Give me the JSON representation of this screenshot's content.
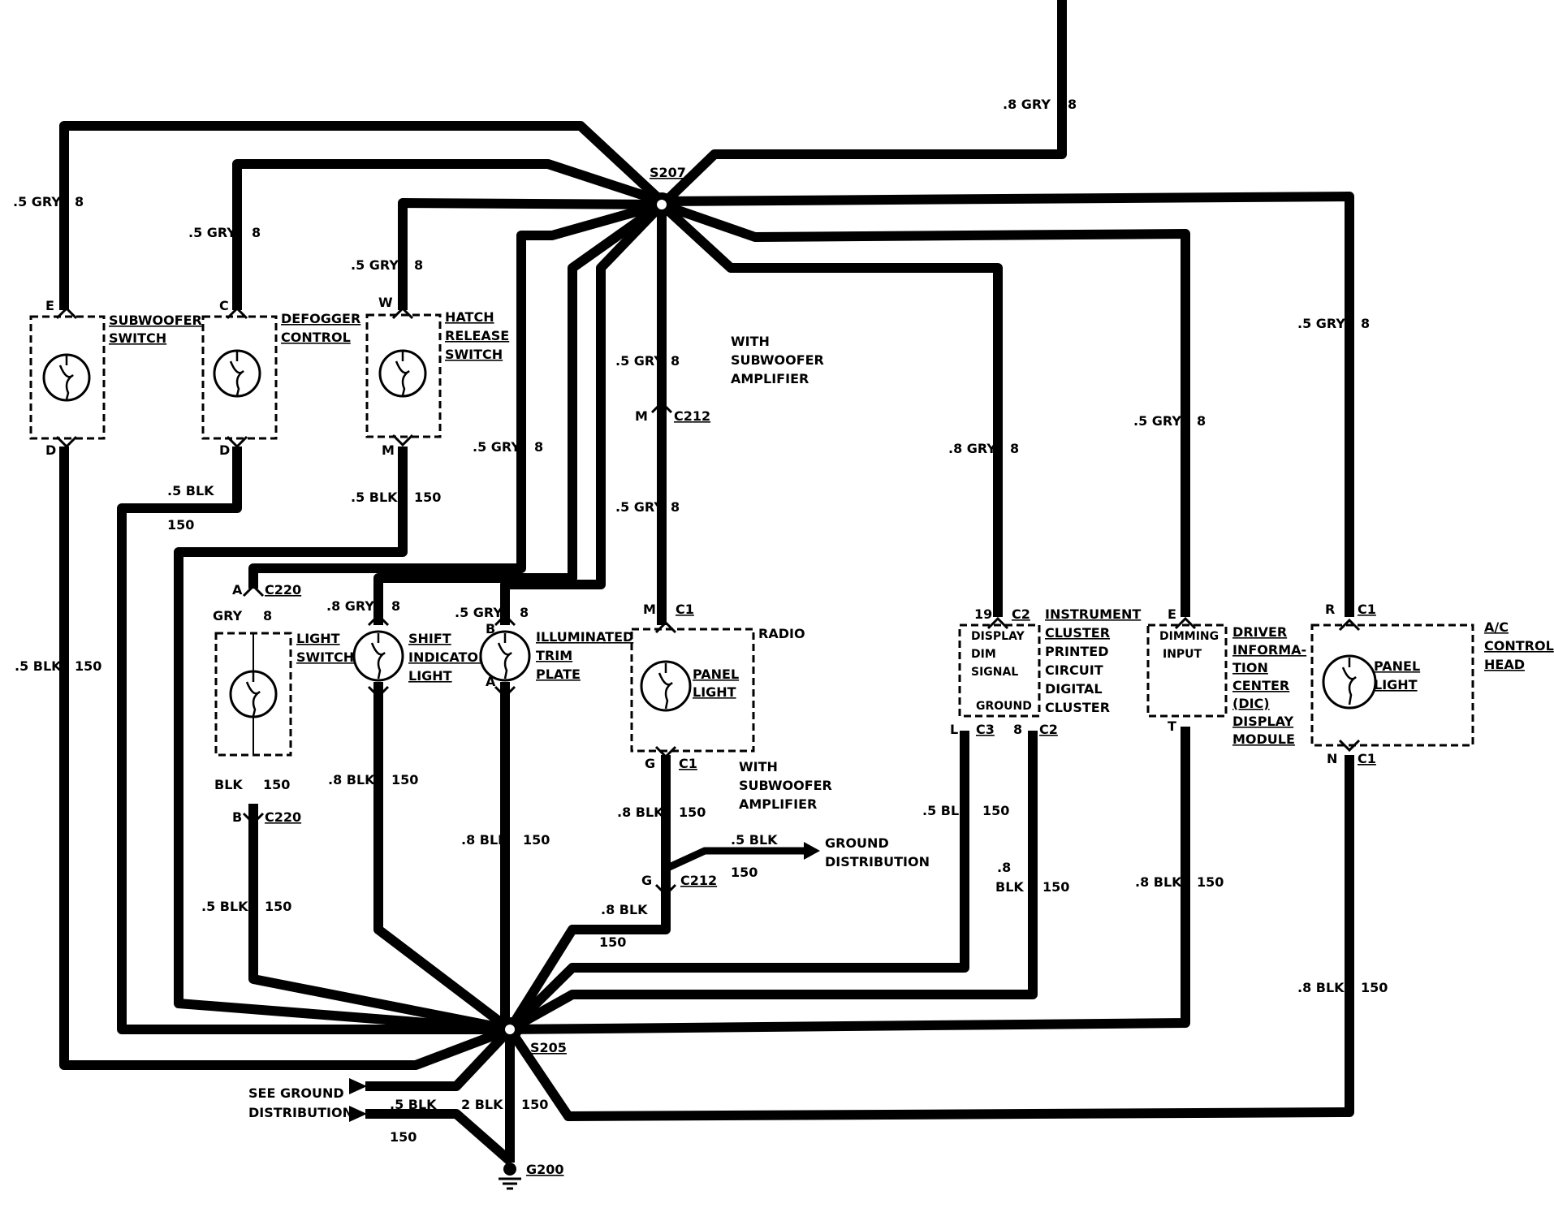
{
  "splices": {
    "s207": "S207",
    "s205": "S205"
  },
  "ground": "G200",
  "top_wire": {
    "gauge": ".8 GRY",
    "circuit": "8"
  },
  "wire_labels": {
    "subwoofer_top": {
      "gauge": ".5 GRY",
      "circuit": "8"
    },
    "defogger_top": {
      "gauge": ".5 GRY",
      "circuit": "8"
    },
    "hatch_top": {
      "gauge": ".5 GRY",
      "circuit": "8"
    },
    "radio_top": {
      "gauge": ".5 GRY",
      "circuit": "8"
    },
    "radio_mid": {
      "gauge": ".5 GRY",
      "circuit": "8"
    },
    "light_switch_top": {
      "gauge": ".5 GRY",
      "circuit": "8"
    },
    "instrument_top": {
      "gauge": ".8 GRY",
      "circuit": "8"
    },
    "dic_top": {
      "gauge": ".5 GRY",
      "circuit": "8"
    },
    "ac_top": {
      "gauge": ".5 GRY",
      "circuit": "8"
    },
    "gry_c220": {
      "gauge": "GRY",
      "circuit": "8"
    },
    "shift_top": {
      "gauge": ".8 GRY",
      "circuit": "8"
    },
    "trim_top": {
      "gauge": ".5 GRY",
      "circuit": "8"
    },
    "subwoofer_bot": {
      "gauge": ".5 BLK",
      "circuit": "150"
    },
    "defogger_bot": {
      "gauge": ".5 BLK",
      "circuit": "150"
    },
    "hatch_bot": {
      "gauge": ".5 BLK",
      "circuit": "150"
    },
    "light_switch_blk": {
      "gauge": "BLK",
      "circuit": "150"
    },
    "light_switch_bot": {
      "gauge": ".5 BLK",
      "circuit": "150"
    },
    "shift_bot": {
      "gauge": ".8 BLK",
      "circuit": "150"
    },
    "trim_bot": {
      "gauge": ".8 BLK",
      "circuit": "150"
    },
    "radio_bot": {
      "gauge": ".8 BLK",
      "circuit": "150"
    },
    "radio_gnd_branch": {
      "gauge": ".5 BLK",
      "circuit": "150"
    },
    "radio_bot2": {
      "gauge": ".8 BLK",
      "circuit": "150"
    },
    "instrument_bot_l": {
      "gauge": ".5 BLK",
      "circuit": "150"
    },
    "instrument_bot_8": {
      "gauge_a": ".8",
      "gauge_b": "BLK",
      "circuit": "150"
    },
    "dic_bot": {
      "gauge": ".8 BLK",
      "circuit": "150"
    },
    "ac_bot": {
      "gauge": ".8 BLK",
      "circuit": "150"
    },
    "ground_in_a": {
      "gauge": ".5 BLK",
      "circuit": "150"
    },
    "ground_in_b": {
      "gauge": "2 BLK",
      "circuit": "150"
    }
  },
  "components": {
    "subwoofer": {
      "name_1": "SUBWOOFER",
      "name_2": "SWITCH",
      "pin_top": "E",
      "pin_bot": "D"
    },
    "defogger": {
      "name_1": "DEFOGGER",
      "name_2": "CONTROL",
      "pin_top": "C",
      "pin_bot": "D"
    },
    "hatch": {
      "name_1": "HATCH",
      "name_2": "RELEASE",
      "name_3": "SWITCH",
      "pin_top": "W",
      "pin_bot": "M"
    },
    "light_switch": {
      "name_1": "LIGHT",
      "name_2": "SWITCH"
    },
    "shift": {
      "name_1": "SHIFT",
      "name_2": "INDICATOR",
      "name_3": "LIGHT"
    },
    "trim": {
      "name_1": "ILLUMINATED",
      "name_2": "TRIM",
      "name_3": "PLATE",
      "pin_top": "B",
      "pin_bot": "A"
    },
    "radio": {
      "name": "RADIO",
      "lamp_1": "PANEL",
      "lamp_2": "LIGHT",
      "pin_top": "M",
      "conn_top": "C1",
      "pin_bot": "G",
      "conn_bot": "C1"
    },
    "instrument": {
      "name_1": "INSTRUMENT",
      "name_2": "CLUSTER",
      "name_3": "PRINTED",
      "name_4": "CIRCUIT",
      "name_5": "DIGITAL",
      "name_6": "CLUSTER",
      "inner_1": "DISPLAY",
      "inner_2": "DIM",
      "inner_3": "SIGNAL",
      "inner_4": "GROUND",
      "pin_top": "19",
      "conn_top": "C2",
      "pin_bl": "L",
      "conn_bl": "C3",
      "pin_br": "8",
      "conn_br": "C2"
    },
    "dic": {
      "name_1": "DRIVER",
      "name_2": "INFORMA-",
      "name_3": "TION",
      "name_4": "CENTER",
      "name_5": "(DIC)",
      "name_6": "DISPLAY",
      "name_7": "MODULE",
      "inner_1": "DIMMING",
      "inner_2": "INPUT",
      "pin_top": "E",
      "pin_bot": "T"
    },
    "ac": {
      "name_1": "A/C",
      "name_2": "CONTROL",
      "name_3": "HEAD",
      "lamp_1": "PANEL",
      "lamp_2": "LIGHT",
      "pin_top": "R",
      "conn_top": "C1",
      "pin_bot": "N",
      "conn_bot": "C1"
    }
  },
  "connectors": {
    "c212_top": {
      "pin": "M",
      "name": "C212"
    },
    "c212_bot": {
      "pin": "G",
      "name": "C212"
    },
    "c220_top": {
      "pin": "A",
      "name": "C220"
    },
    "c220_bot": {
      "pin": "B",
      "name": "C220"
    }
  },
  "notes": {
    "with_sub_1_a": "WITH",
    "with_sub_1_b": "SUBWOOFER",
    "with_sub_1_c": "AMPLIFIER",
    "with_sub_2_a": "WITH",
    "with_sub_2_b": "SUBWOOFER",
    "with_sub_2_c": "AMPLIFIER",
    "ground_dist_1_a": "GROUND",
    "ground_dist_1_b": "DISTRIBUTION",
    "see_ground_a": "SEE GROUND",
    "see_ground_b": "DISTRIBUTION"
  }
}
